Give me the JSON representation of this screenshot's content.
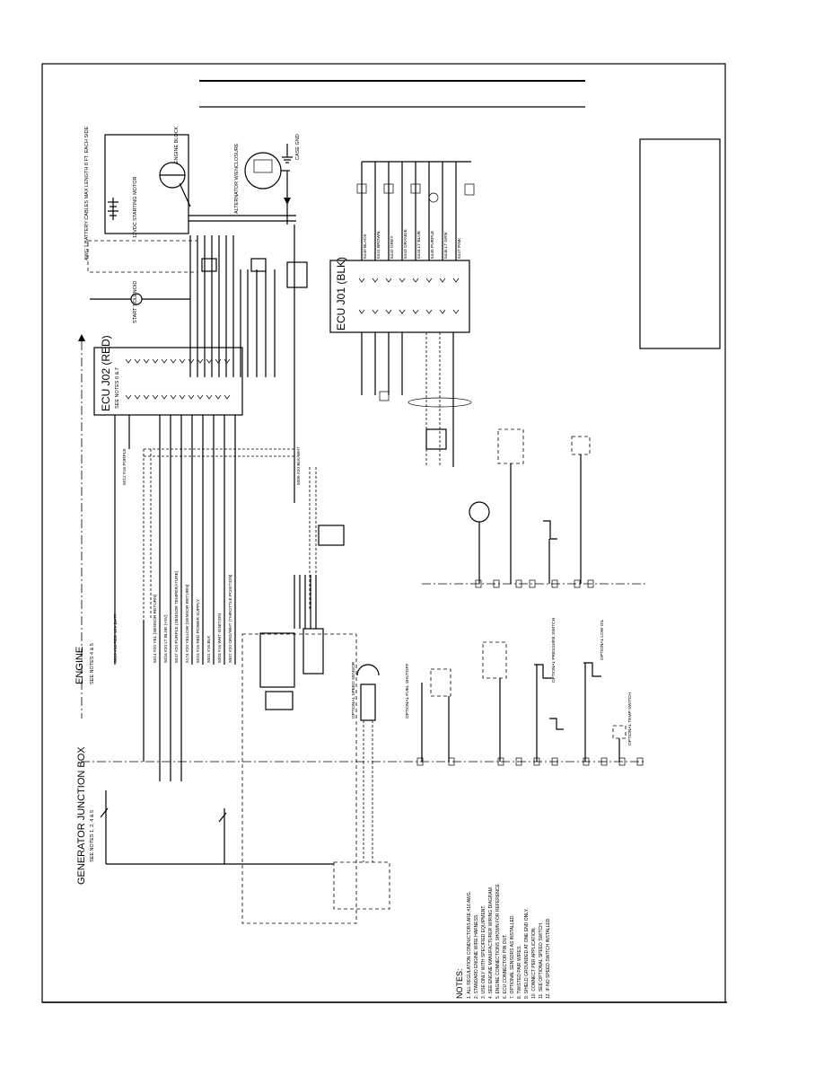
{
  "diagram": {
    "sections": {
      "generator_junction_box": "GENERATOR JUNCTION BOX",
      "generator_note": "SEE NOTES 1, 2, 4 & 5",
      "engine": "ENGINE",
      "engine_note": "SEE NOTES 4 & 5"
    },
    "ecu_j02": {
      "title": "ECU J02 (RED)",
      "note": "SEE NOTES 6 & 7"
    },
    "ecu_j01": {
      "title": "ECU J01 (BLK)"
    },
    "components": {
      "starting_motor": "12VDC STARTING MOTOR",
      "engine_block": "ENGINE BLOCK",
      "alternator": "ALTERNATOR W/ENCLOSURE",
      "battery_cables": "AWG 1 BATTERY CABLES MAX LENGTH 8 FT. EACH SIDE",
      "case_gnd": "CASE GND",
      "start_solenoid": "START SOLENOID",
      "optional_fuel_shutoff": "OPTIONAL FUEL SHUTOFF",
      "optional_speed_sensor": "OPTIONAL SPEED SENSOR",
      "optional_pressure_switch": "OPTIONAL PRESSURE SWITCH",
      "optional_low_oil": "OPTIONAL LOW OIL",
      "optional_temp_switch": "OPTIONAL TEMP SWITCH"
    },
    "wires_j02": [
      "5010 #16 RED 12V BATT",
      "5012 #16 PURPLE",
      "5007 #20 ORG/WHT (THROTTLE POSITION)",
      "5006 #20 BLK/WHT",
      "5014 #20 YEL (SENSOR RETURN)",
      "5016 #20 LT BLUE (+5V)",
      "5047 #20 PURPLE (SENSOR TEMPERATURE)",
      "5174 #20 YELLOW (SENSOR RETURN)",
      "5015 #16 RED POWER SUPPLY",
      "5001 #16 BLK",
      "5003 #16 WHT IGNITION"
    ],
    "wires_j01": [
      "5440 BLACK",
      "5441 BROWN",
      "5442 GREY",
      "5443 ORANGE",
      "5444 LT BLUE",
      "5445 PURPLE",
      "5446 LT GRN",
      "5447 PINK"
    ],
    "notes_title": "NOTES:",
    "notes": [
      "1. ALL REGULATION CONDUCTORS ARE #16 AWG.",
      "2. STANDARD ENGINE WIRE HARNESS.",
      "3. USE ONLY WITH SPECIFIED EQUIPMENT.",
      "4. SEE ENGINE MANUFACTURER WIRING DIAGRAM.",
      "5. ENGINE CONNECTIONS SHOWN FOR REFERENCE.",
      "6. ECU CONNECTOR PIN OUT.",
      "7. OPTIONAL SENSORS AS INSTALLED.",
      "8. TWISTED PAIR WIRES.",
      "9. SHIELD GROUNDED AT ONE END ONLY.",
      "10. CONNECT PER APPLICATION.",
      "11. SEE OPTIONAL SPEED SWITCH.",
      "12. IF NO SPEED SWITCH INSTALLED."
    ]
  }
}
